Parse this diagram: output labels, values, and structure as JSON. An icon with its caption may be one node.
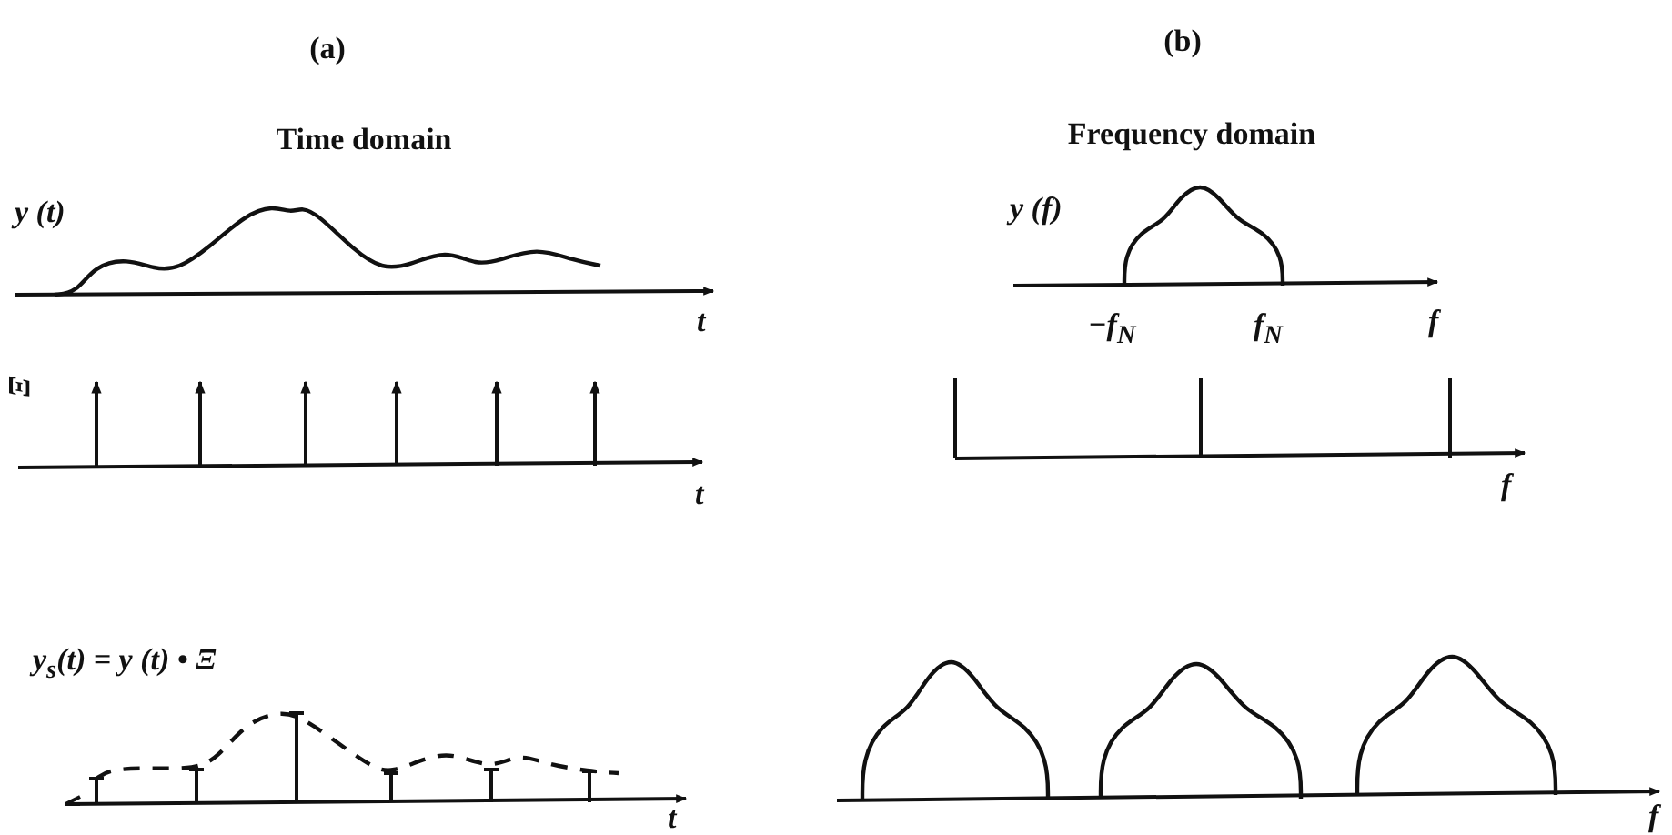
{
  "diagram": {
    "labels": [
      "(a)",
      "(b)",
      "Time domain",
      "Frequency domain",
      "y (t)",
      "y (f)",
      "t",
      "−f$_{N}$",
      "f$_{N}$",
      "f",
      "Ξ",
      "t",
      "f",
      "y$_{s}$(t) = y (t) • Ξ",
      "t",
      "f"
    ]
  }
}
